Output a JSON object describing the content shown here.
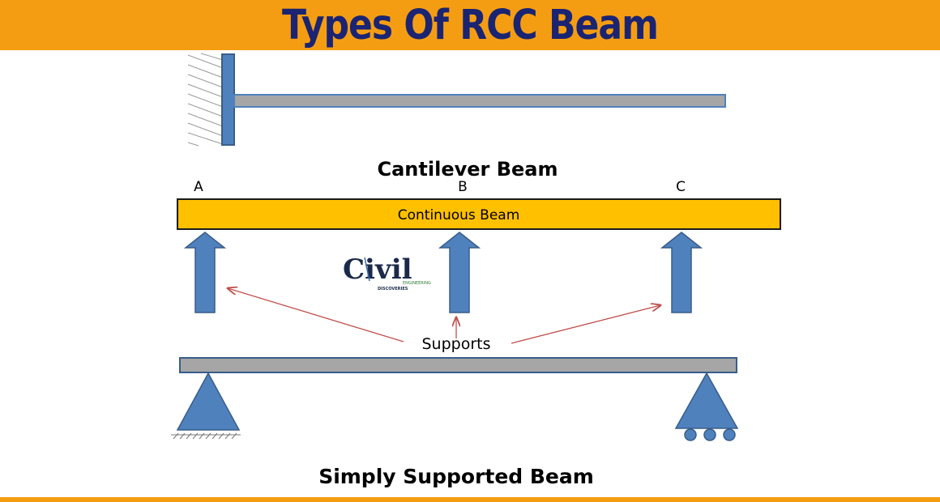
{
  "header": {
    "title": "Types Of RCC Beam"
  },
  "cantilever": {
    "label": "Cantilever Beam"
  },
  "continuous": {
    "beam_label": "Continuous Beam",
    "support_labels": [
      "A",
      "B",
      "C"
    ]
  },
  "supports_label": "Supports",
  "simply_supported": {
    "label": "Simply Supported Beam"
  },
  "logo": {
    "word": "Civil",
    "line1": "ENGINEERING",
    "line2": "DISCOVERIES"
  },
  "colors": {
    "banner": "#f59d12",
    "title_text": "#1a2472",
    "steel_blue": "#4f81bd",
    "grey_beam": "#a6a6a6",
    "continuous_beam": "#ffc000",
    "arrow_red": "#c0504d"
  }
}
